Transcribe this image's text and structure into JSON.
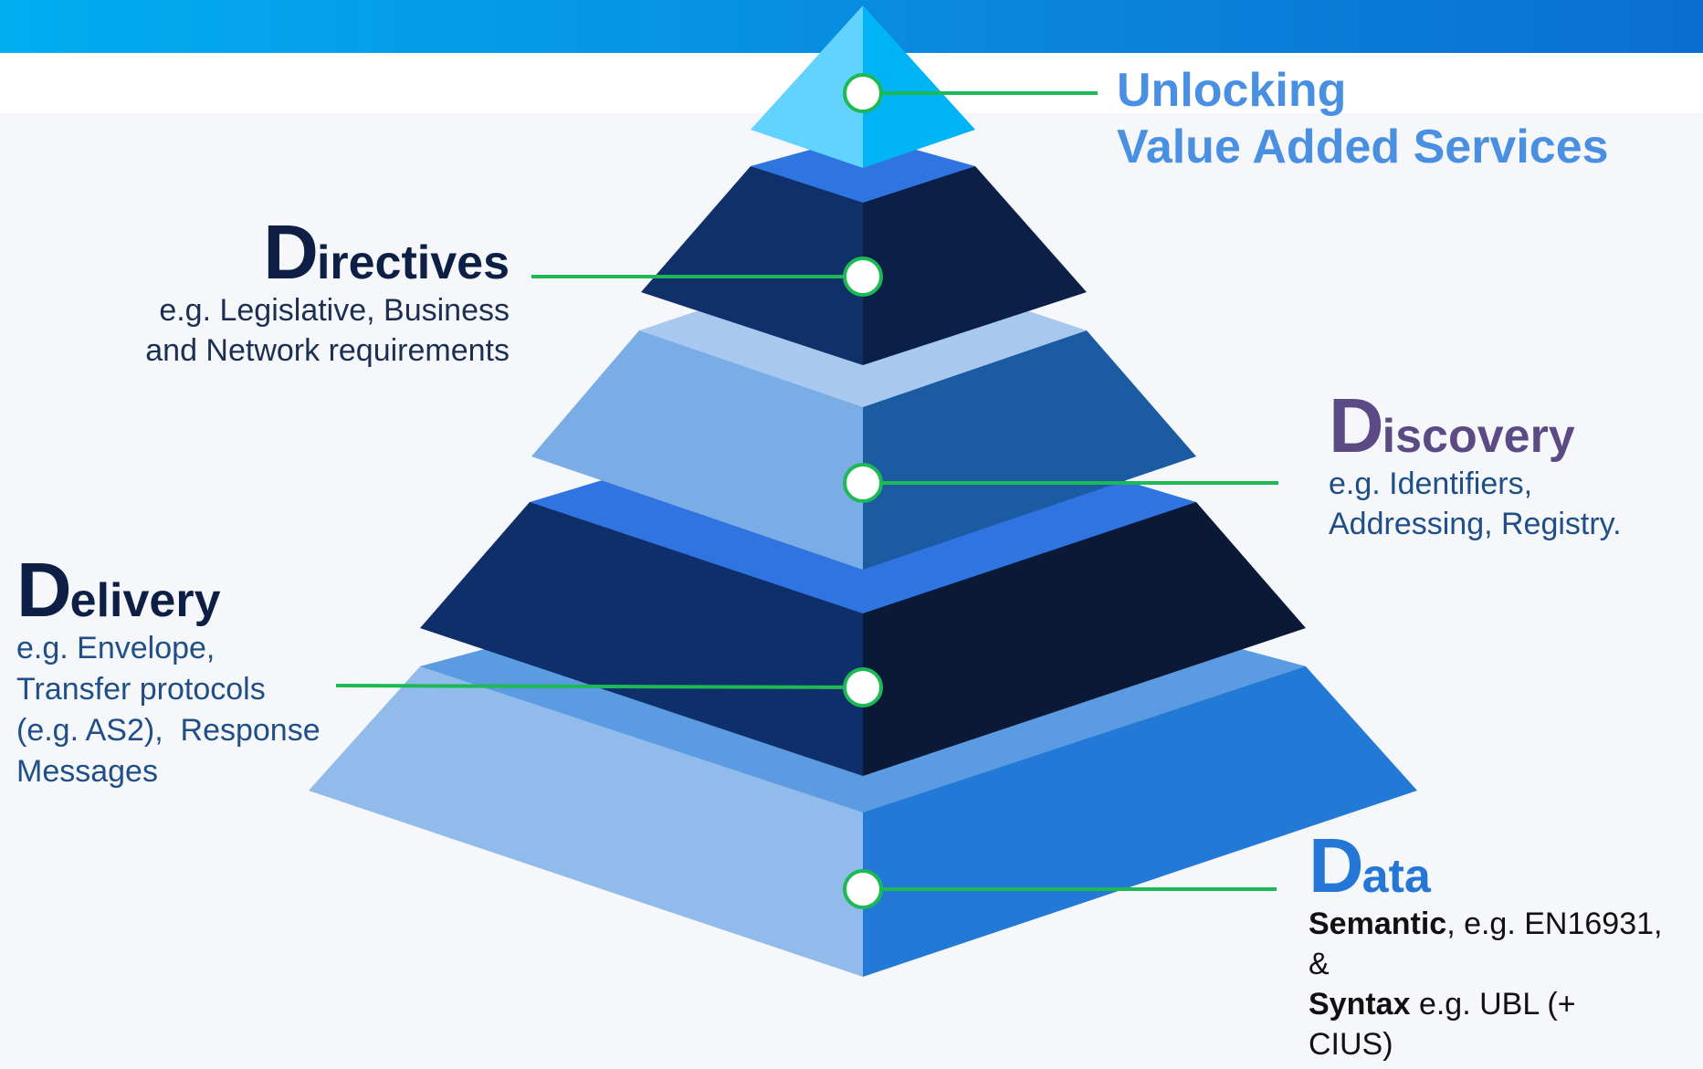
{
  "top": {
    "line1": "Unlocking",
    "line2": "Value Added Services"
  },
  "directives": {
    "initial": "D",
    "rest": "irectives",
    "desc_line1": "e.g. Legislative, Business",
    "desc_line2": "and Network requirements"
  },
  "discovery": {
    "initial": "D",
    "rest": "iscovery",
    "desc_line1": "e.g. Identifiers,",
    "desc_line2": "Addressing, Registry."
  },
  "delivery": {
    "initial": "D",
    "rest": "elivery",
    "desc_line1": "e.g. Envelope,",
    "desc_line2": "Transfer protocols",
    "desc_line3": "(e.g. AS2),  Response",
    "desc_line4": "Messages"
  },
  "data": {
    "initial": "D",
    "rest": "ata",
    "semantic_bold": "Semantic",
    "semantic_rest": ", e.g. EN16931,",
    "amp": "&",
    "syntax_bold": "Syntax",
    "syntax_rest": " e.g. UBL (+",
    "cius": "CIUS)"
  },
  "colors": {
    "connector": "#1db954",
    "accent_blue": "#4a90e2",
    "discovery_purple": "#5c4a85",
    "data_blue": "#2476d7",
    "navy": "#0d1f44"
  }
}
